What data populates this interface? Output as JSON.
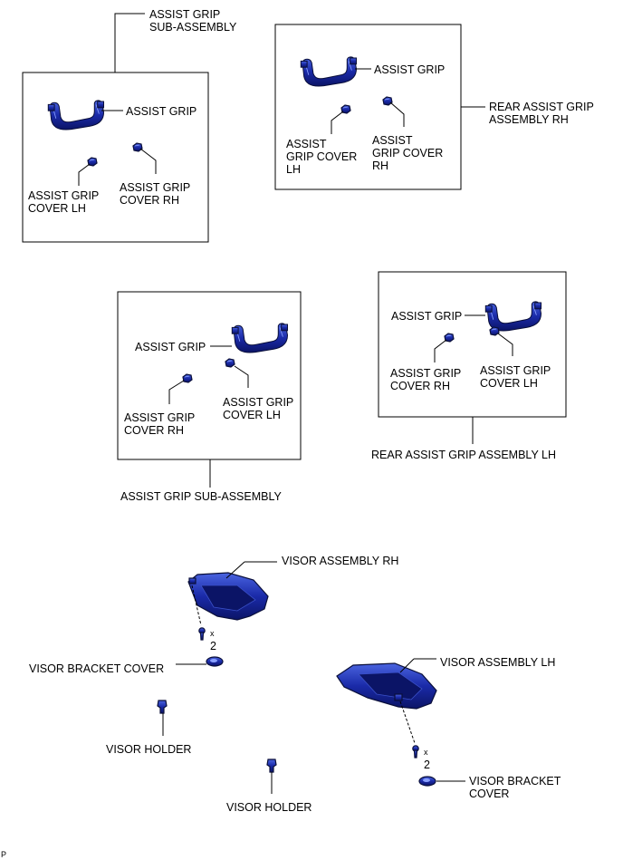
{
  "labels": {
    "top_assembly": "ASSIST GRIP\nSUB-ASSEMBLY",
    "tl_grip": "ASSIST GRIP",
    "tl_cover_lh": "ASSIST GRIP\nCOVER LH",
    "tl_cover_rh": "ASSIST GRIP\nCOVER RH",
    "tr_grip": "ASSIST GRIP",
    "tr_cover_lh": "ASSIST\nGRIP COVER\nLH",
    "tr_cover_rh": "ASSIST\nGRIP COVER\nRH",
    "tr_assembly": "REAR ASSIST GRIP\nASSEMBLY RH",
    "ml_grip": "ASSIST GRIP",
    "ml_cover_rh": "ASSIST GRIP\nCOVER RH",
    "ml_cover_lh": "ASSIST GRIP\nCOVER LH",
    "ml_assembly": "ASSIST GRIP SUB-ASSEMBLY",
    "mr_grip": "ASSIST GRIP",
    "mr_cover_rh": "ASSIST GRIP\nCOVER RH",
    "mr_cover_lh": "ASSIST GRIP\nCOVER LH",
    "mr_assembly": "REAR ASSIST GRIP ASSEMBLY LH",
    "visor_rh": "VISOR ASSEMBLY RH",
    "visor_lh": "VISOR ASSEMBLY LH",
    "bracket_cover_left": "VISOR BRACKET COVER",
    "bracket_cover_right": "VISOR BRACKET\nCOVER",
    "holder_1": "VISOR HOLDER",
    "holder_2": "VISOR HOLDER",
    "qty_1_x": "x",
    "qty_1_n": "2",
    "qty_2_x": "x",
    "qty_2_n": "2",
    "corner": "P"
  },
  "colors": {
    "part_fill": "#1a2aa8",
    "part_dark": "#0b1466",
    "part_light": "#4a64e0"
  }
}
